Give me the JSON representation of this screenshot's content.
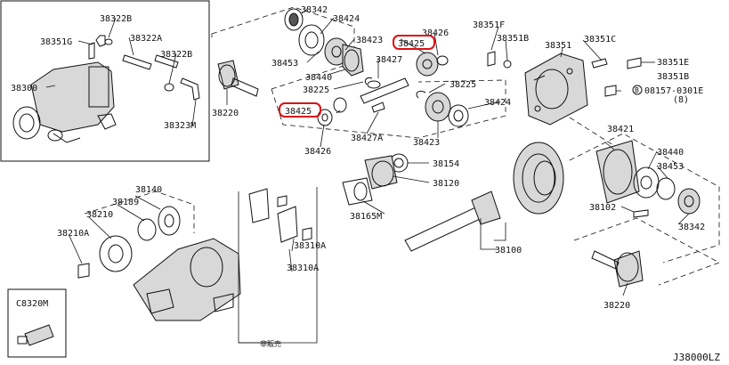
{
  "labels": {
    "p38342_top": "38342",
    "p38424_top": "38424",
    "p38423_top": "38423",
    "p38426_top": "38426",
    "p38425_top": "38425",
    "p38453_top": "38453",
    "p38440_top": "38440",
    "p38427": "38427",
    "p38225_left": "38225",
    "p38225_right": "38225",
    "p38220_left": "38220",
    "p38425_left": "38425",
    "p38426_left": "38426",
    "p38427A": "38427A",
    "p38423_mid": "38423",
    "p38424_mid": "38424",
    "p38351F": "38351F",
    "p38351B_a": "38351B",
    "p38351": "38351",
    "p38351C": "38351C",
    "p38351E": "38351E",
    "p38351B_b": "38351B",
    "bolt_code": "08157-0301E",
    "bolt_qty": "(8)",
    "bolt_prefix": "B",
    "p38322B_a": "38322B",
    "p38351G": "38351G",
    "p38322A": "38322A",
    "p38322B_b": "38322B",
    "p38300": "38300",
    "p38323M": "38323M",
    "p38154": "38154",
    "p38120": "38120",
    "p38165M": "38165M",
    "p38100": "38100",
    "p38421": "38421",
    "p38440_right": "38440",
    "p38453_right": "38453",
    "p38102": "38102",
    "p38342_right": "38342",
    "p38220_right": "38220",
    "p38140": "38140",
    "p38189": "38189",
    "p38210": "38210",
    "p38210A": "38210A",
    "p38310A_a": "38310A",
    "p38310A_b": "38310A",
    "not_for_sale": "非販売",
    "p_C8320M": "C8320M",
    "diagram_code": "J38000LZ"
  },
  "highlight_color": "#dd1111"
}
